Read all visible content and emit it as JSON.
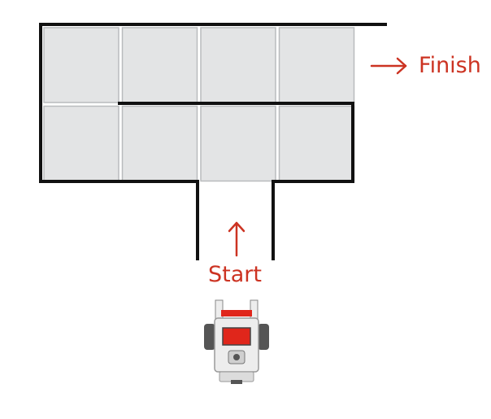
{
  "labels": {
    "finish": "Finish",
    "start": "Start"
  },
  "maze": {
    "rows": 2,
    "cols": 4
  },
  "icons": {
    "finish_arrow": "arrow-right-icon",
    "start_arrow": "arrow-up-icon",
    "robot": "robot-icon"
  },
  "colors": {
    "accent": "#cc3322",
    "wall": "#111111",
    "tile": "#e3e4e5",
    "tile_border": "#b9bbbd",
    "robot_body": "#ededed",
    "robot_screen": "#e0261b",
    "robot_dark": "#555555"
  }
}
